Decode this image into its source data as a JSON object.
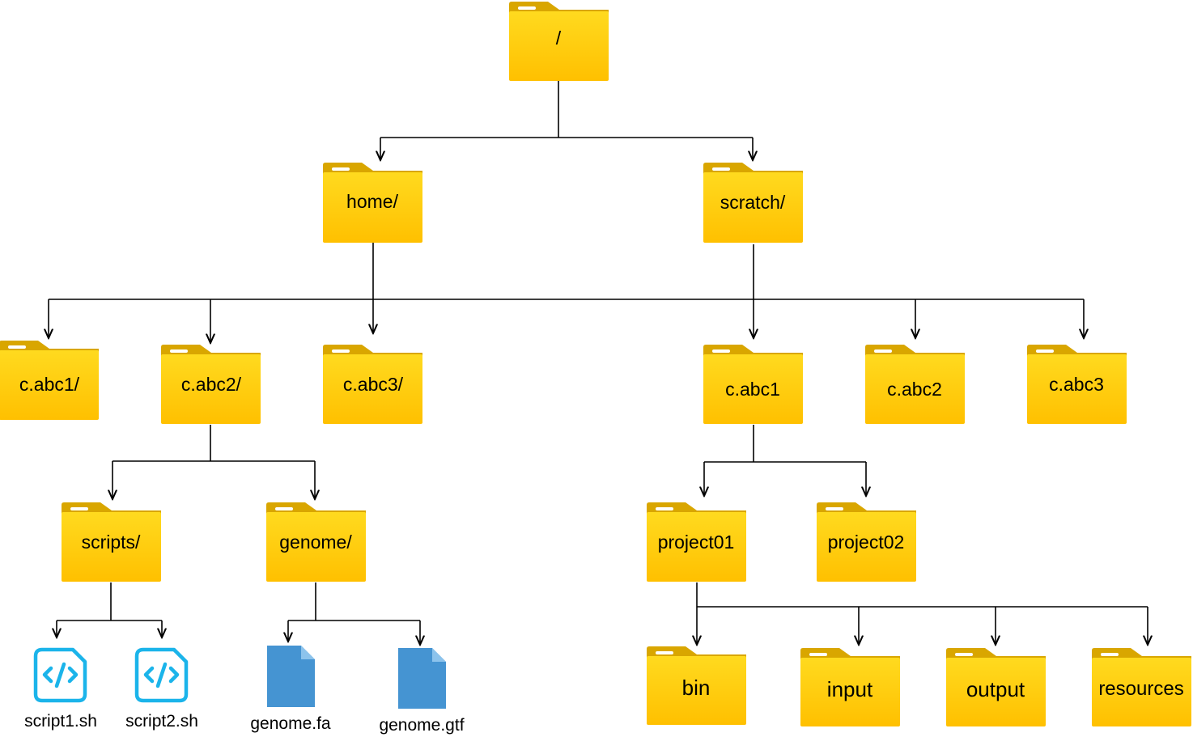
{
  "colors": {
    "folder_tab": "#D9A600",
    "folder_body_top": "#FFDA1F",
    "folder_body_bottom": "#FFC000",
    "file_blue": "#4594D2",
    "script_cyan": "#1BB4EA",
    "connector": "#000000"
  },
  "nodes": {
    "root": {
      "label": "/",
      "type": "folder"
    },
    "home": {
      "label": "home/",
      "type": "folder"
    },
    "scratch": {
      "label": "scratch/",
      "type": "folder"
    },
    "home_cabc1": {
      "label": "c.abc1/",
      "type": "folder"
    },
    "home_cabc2": {
      "label": "c.abc2/",
      "type": "folder"
    },
    "home_cabc3": {
      "label": "c.abc3/",
      "type": "folder"
    },
    "scratch_cabc1": {
      "label": "c.abc1",
      "type": "folder"
    },
    "scratch_cabc2": {
      "label": "c.abc2",
      "type": "folder"
    },
    "scratch_cabc3": {
      "label": "c.abc3",
      "type": "folder"
    },
    "scripts": {
      "label": "scripts/",
      "type": "folder"
    },
    "genome": {
      "label": "genome/",
      "type": "folder"
    },
    "project01": {
      "label": "project01",
      "type": "folder"
    },
    "project02": {
      "label": "project02",
      "type": "folder"
    },
    "script1": {
      "label": "script1.sh",
      "type": "script",
      "icon": "code-file-icon"
    },
    "script2": {
      "label": "script2.sh",
      "type": "script",
      "icon": "code-file-icon"
    },
    "genome_fa": {
      "label": "genome.fa",
      "type": "file",
      "icon": "document-icon"
    },
    "genome_gtf": {
      "label": "genome.gtf",
      "type": "file",
      "icon": "document-icon"
    },
    "bin": {
      "label": "bin",
      "type": "folder"
    },
    "input": {
      "label": "input",
      "type": "folder"
    },
    "output": {
      "label": "output",
      "type": "folder"
    },
    "resources": {
      "label": "resources",
      "type": "folder"
    }
  }
}
